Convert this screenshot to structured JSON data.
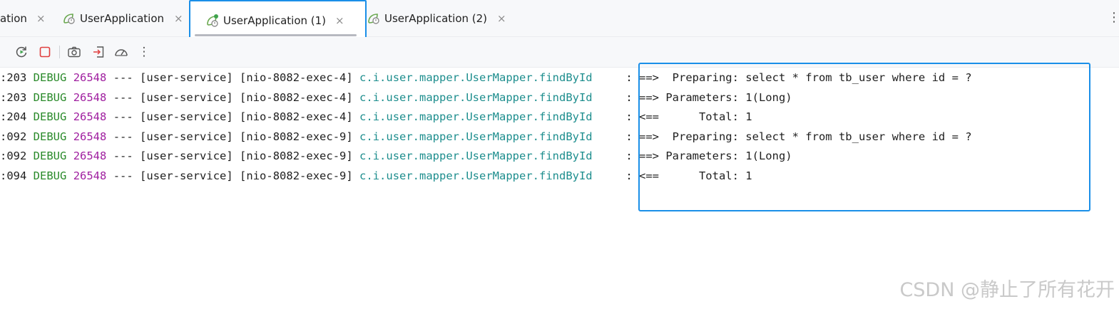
{
  "tabs": [
    {
      "label": "ation",
      "close": "×",
      "icon": null,
      "active": false
    },
    {
      "label": "UserApplication",
      "close": "×",
      "icon": "spring-boot-icon",
      "active": false
    },
    {
      "label": "UserApplication (1)",
      "close": "×",
      "icon": "spring-boot-running-icon",
      "active": true
    },
    {
      "label": "UserApplication (2)",
      "close": "×",
      "icon": "spring-boot-icon",
      "active": false
    }
  ],
  "tabbar": {
    "more_label": "⋮"
  },
  "toolbar": {
    "icons": [
      "rerun-icon",
      "stop-icon",
      "camera-icon",
      "login-icon",
      "profiler-icon",
      "more-vertical-icon"
    ],
    "more_label": "⋮"
  },
  "colors": {
    "accent": "#1a8fe8",
    "level_debug": "#2a8a2a",
    "pid": "#a020a0",
    "logger": "#1e8e8e"
  },
  "console": {
    "lines": [
      {
        "time": ":203",
        "level": "DEBUG",
        "pid": "26548",
        "sep": "---",
        "app": "[user-service]",
        "thread": "[nio-8082-exec-4]",
        "logger": "c.i.user.mapper.UserMapper.findById",
        "message": ": ==>  Preparing: select * from tb_user where id = ?"
      },
      {
        "time": ":203",
        "level": "DEBUG",
        "pid": "26548",
        "sep": "---",
        "app": "[user-service]",
        "thread": "[nio-8082-exec-4]",
        "logger": "c.i.user.mapper.UserMapper.findById",
        "message": ": ==> Parameters: 1(Long)"
      },
      {
        "time": ":204",
        "level": "DEBUG",
        "pid": "26548",
        "sep": "---",
        "app": "[user-service]",
        "thread": "[nio-8082-exec-4]",
        "logger": "c.i.user.mapper.UserMapper.findById",
        "message": ": <==      Total: 1"
      },
      {
        "time": ":092",
        "level": "DEBUG",
        "pid": "26548",
        "sep": "---",
        "app": "[user-service]",
        "thread": "[nio-8082-exec-9]",
        "logger": "c.i.user.mapper.UserMapper.findById",
        "message": ": ==>  Preparing: select * from tb_user where id = ?"
      },
      {
        "time": ":092",
        "level": "DEBUG",
        "pid": "26548",
        "sep": "---",
        "app": "[user-service]",
        "thread": "[nio-8082-exec-9]",
        "logger": "c.i.user.mapper.UserMapper.findById",
        "message": ": ==> Parameters: 1(Long)"
      },
      {
        "time": ":094",
        "level": "DEBUG",
        "pid": "26548",
        "sep": "---",
        "app": "[user-service]",
        "thread": "[nio-8082-exec-9]",
        "logger": "c.i.user.mapper.UserMapper.findById",
        "message": ": <==      Total: 1"
      }
    ]
  },
  "watermark": "CSDN @静止了所有花开"
}
